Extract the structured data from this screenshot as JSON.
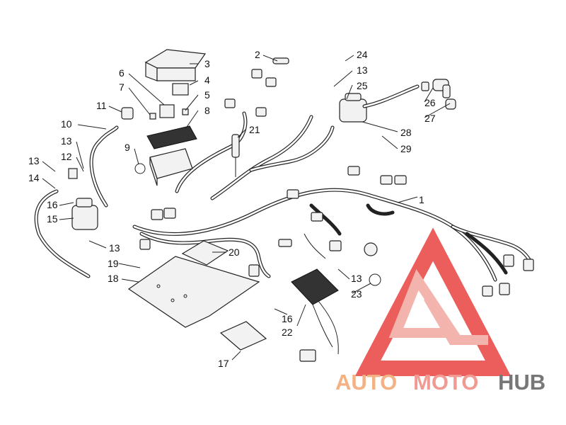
{
  "callouts": [
    {
      "id": "1",
      "text": "1"
    },
    {
      "id": "2",
      "text": "2"
    },
    {
      "id": "3",
      "text": "3"
    },
    {
      "id": "4",
      "text": "4"
    },
    {
      "id": "5",
      "text": "5"
    },
    {
      "id": "6",
      "text": "6"
    },
    {
      "id": "7",
      "text": "7"
    },
    {
      "id": "8",
      "text": "8"
    },
    {
      "id": "9",
      "text": "9"
    },
    {
      "id": "10",
      "text": "10"
    },
    {
      "id": "11",
      "text": "11"
    },
    {
      "id": "12",
      "text": "12"
    },
    {
      "id": "13a",
      "text": "13"
    },
    {
      "id": "13b",
      "text": "13"
    },
    {
      "id": "13c",
      "text": "13"
    },
    {
      "id": "13d",
      "text": "13"
    },
    {
      "id": "13e",
      "text": "13"
    },
    {
      "id": "14",
      "text": "14"
    },
    {
      "id": "15",
      "text": "15"
    },
    {
      "id": "16a",
      "text": "16"
    },
    {
      "id": "16b",
      "text": "16"
    },
    {
      "id": "17",
      "text": "17"
    },
    {
      "id": "18",
      "text": "18"
    },
    {
      "id": "19",
      "text": "19"
    },
    {
      "id": "20",
      "text": "20"
    },
    {
      "id": "21",
      "text": "21"
    },
    {
      "id": "22",
      "text": "22"
    },
    {
      "id": "23",
      "text": "23"
    },
    {
      "id": "24",
      "text": "24"
    },
    {
      "id": "25",
      "text": "25"
    },
    {
      "id": "26",
      "text": "26"
    },
    {
      "id": "27",
      "text": "27"
    },
    {
      "id": "28",
      "text": "28"
    },
    {
      "id": "29",
      "text": "29"
    }
  ],
  "watermark": {
    "text_part1": "AUTO",
    "text_part2": "MOTO",
    "text_part3": "HUB",
    "colors": {
      "logo_red": "#e8433f",
      "logo_light_red": "#f3a7a0",
      "auto_orange": "#f4b183",
      "moto_red": "#f19a94",
      "hub_gray": "#777777"
    }
  }
}
